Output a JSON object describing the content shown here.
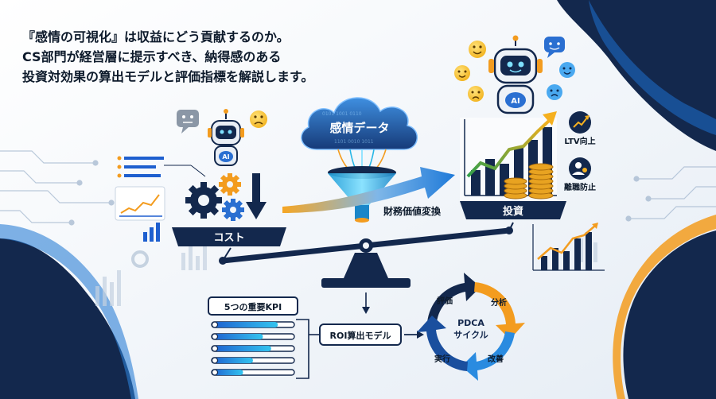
{
  "headline": {
    "line1": "『感情の可視化』は収益にどう貢献するのか。",
    "line2": "CS部門が経営層に提示すべき、納得感のある",
    "line3": "投資対効果の算出モデルと評価指標を解説します。"
  },
  "cloud_label": "感情データ",
  "funnel_label": "財務価値変換",
  "cost_label": "コスト",
  "investment_label": "投資",
  "bot_badge": "AI",
  "ltv_label": "LTV向上",
  "churn_label": "離職防止",
  "kpi": {
    "title": "5つの重要KPI",
    "bars": [
      0.8,
      0.62,
      0.72,
      0.5,
      0.38
    ]
  },
  "roi_label": "ROI算出モデル",
  "pdca": {
    "center_line1": "PDCA",
    "center_line2": "サイクル",
    "steps": [
      "評価",
      "分析",
      "改善",
      "実行"
    ]
  },
  "colors": {
    "navy": "#14284b",
    "blue": "#2a6fd1",
    "cyan": "#27b7e6",
    "orange": "#f39c1f",
    "gold": "#e8a321"
  }
}
